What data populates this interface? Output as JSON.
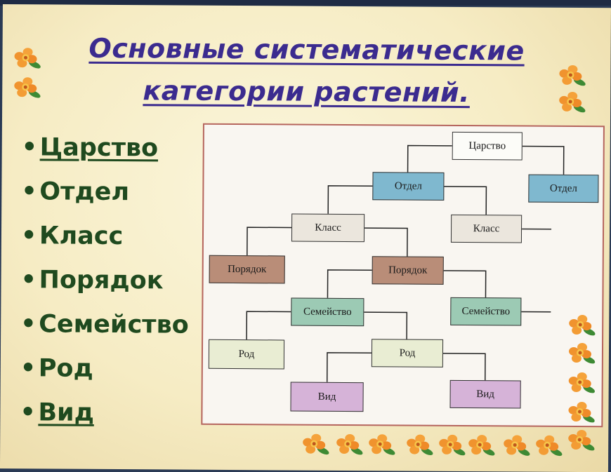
{
  "title": {
    "line1": "Основные систематические",
    "line2": "категории растений."
  },
  "ranks": [
    {
      "label": "Царство",
      "underlined": true
    },
    {
      "label": "Отдел",
      "underlined": false
    },
    {
      "label": "Класс",
      "underlined": false
    },
    {
      "label": "Порядок",
      "underlined": false
    },
    {
      "label": "Семейство",
      "underlined": false
    },
    {
      "label": "Род",
      "underlined": false
    },
    {
      "label": "Вид",
      "underlined": true
    }
  ],
  "diagram": {
    "nodes": {
      "kingdom": "Царство",
      "division_main": "Отдел",
      "division_side": "Отдел",
      "class_main": "Класс",
      "class_side": "Класс",
      "order_side": "Порядок",
      "order_main": "Порядок",
      "family_main": "Семейство",
      "family_side": "Семейство",
      "genus_side": "Род",
      "genus_main": "Род",
      "species_main": "Вид",
      "species_side": "Вид"
    }
  },
  "colors": {
    "title": "#3b2b8f",
    "rank_text": "#1f4a1f",
    "diagram_border": "#b5645c",
    "kingdom": "#fcfcf8",
    "division": "#7fb8cf",
    "class": "#ebe6dd",
    "order": "#b98d78",
    "family": "#9ccab4",
    "genus": "#e9edd3",
    "species": "#d6b3d8"
  }
}
